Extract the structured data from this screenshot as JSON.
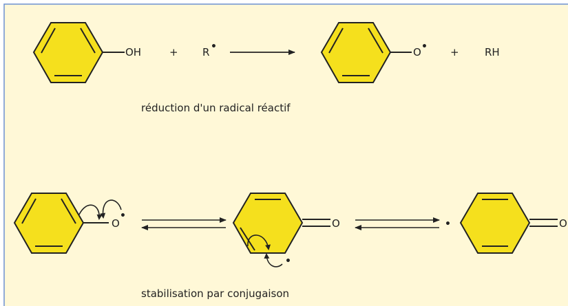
{
  "colors": {
    "panel_bg": "#fff8d7",
    "panel_border": "#6b8fd0",
    "ring_fill": "#f5e01d",
    "stroke": "#222222"
  },
  "reaction1": {
    "phenol_group": "OH",
    "plus_1": "+",
    "radical": "R",
    "product_group": "O",
    "plus_2": "+",
    "product_2": "RH",
    "caption": "réduction d'un radical réactif"
  },
  "reaction2": {
    "oxygen_1": "O",
    "oxygen_2": "O",
    "oxygen_3": "O",
    "caption": "stabilisation par conjugaison"
  }
}
